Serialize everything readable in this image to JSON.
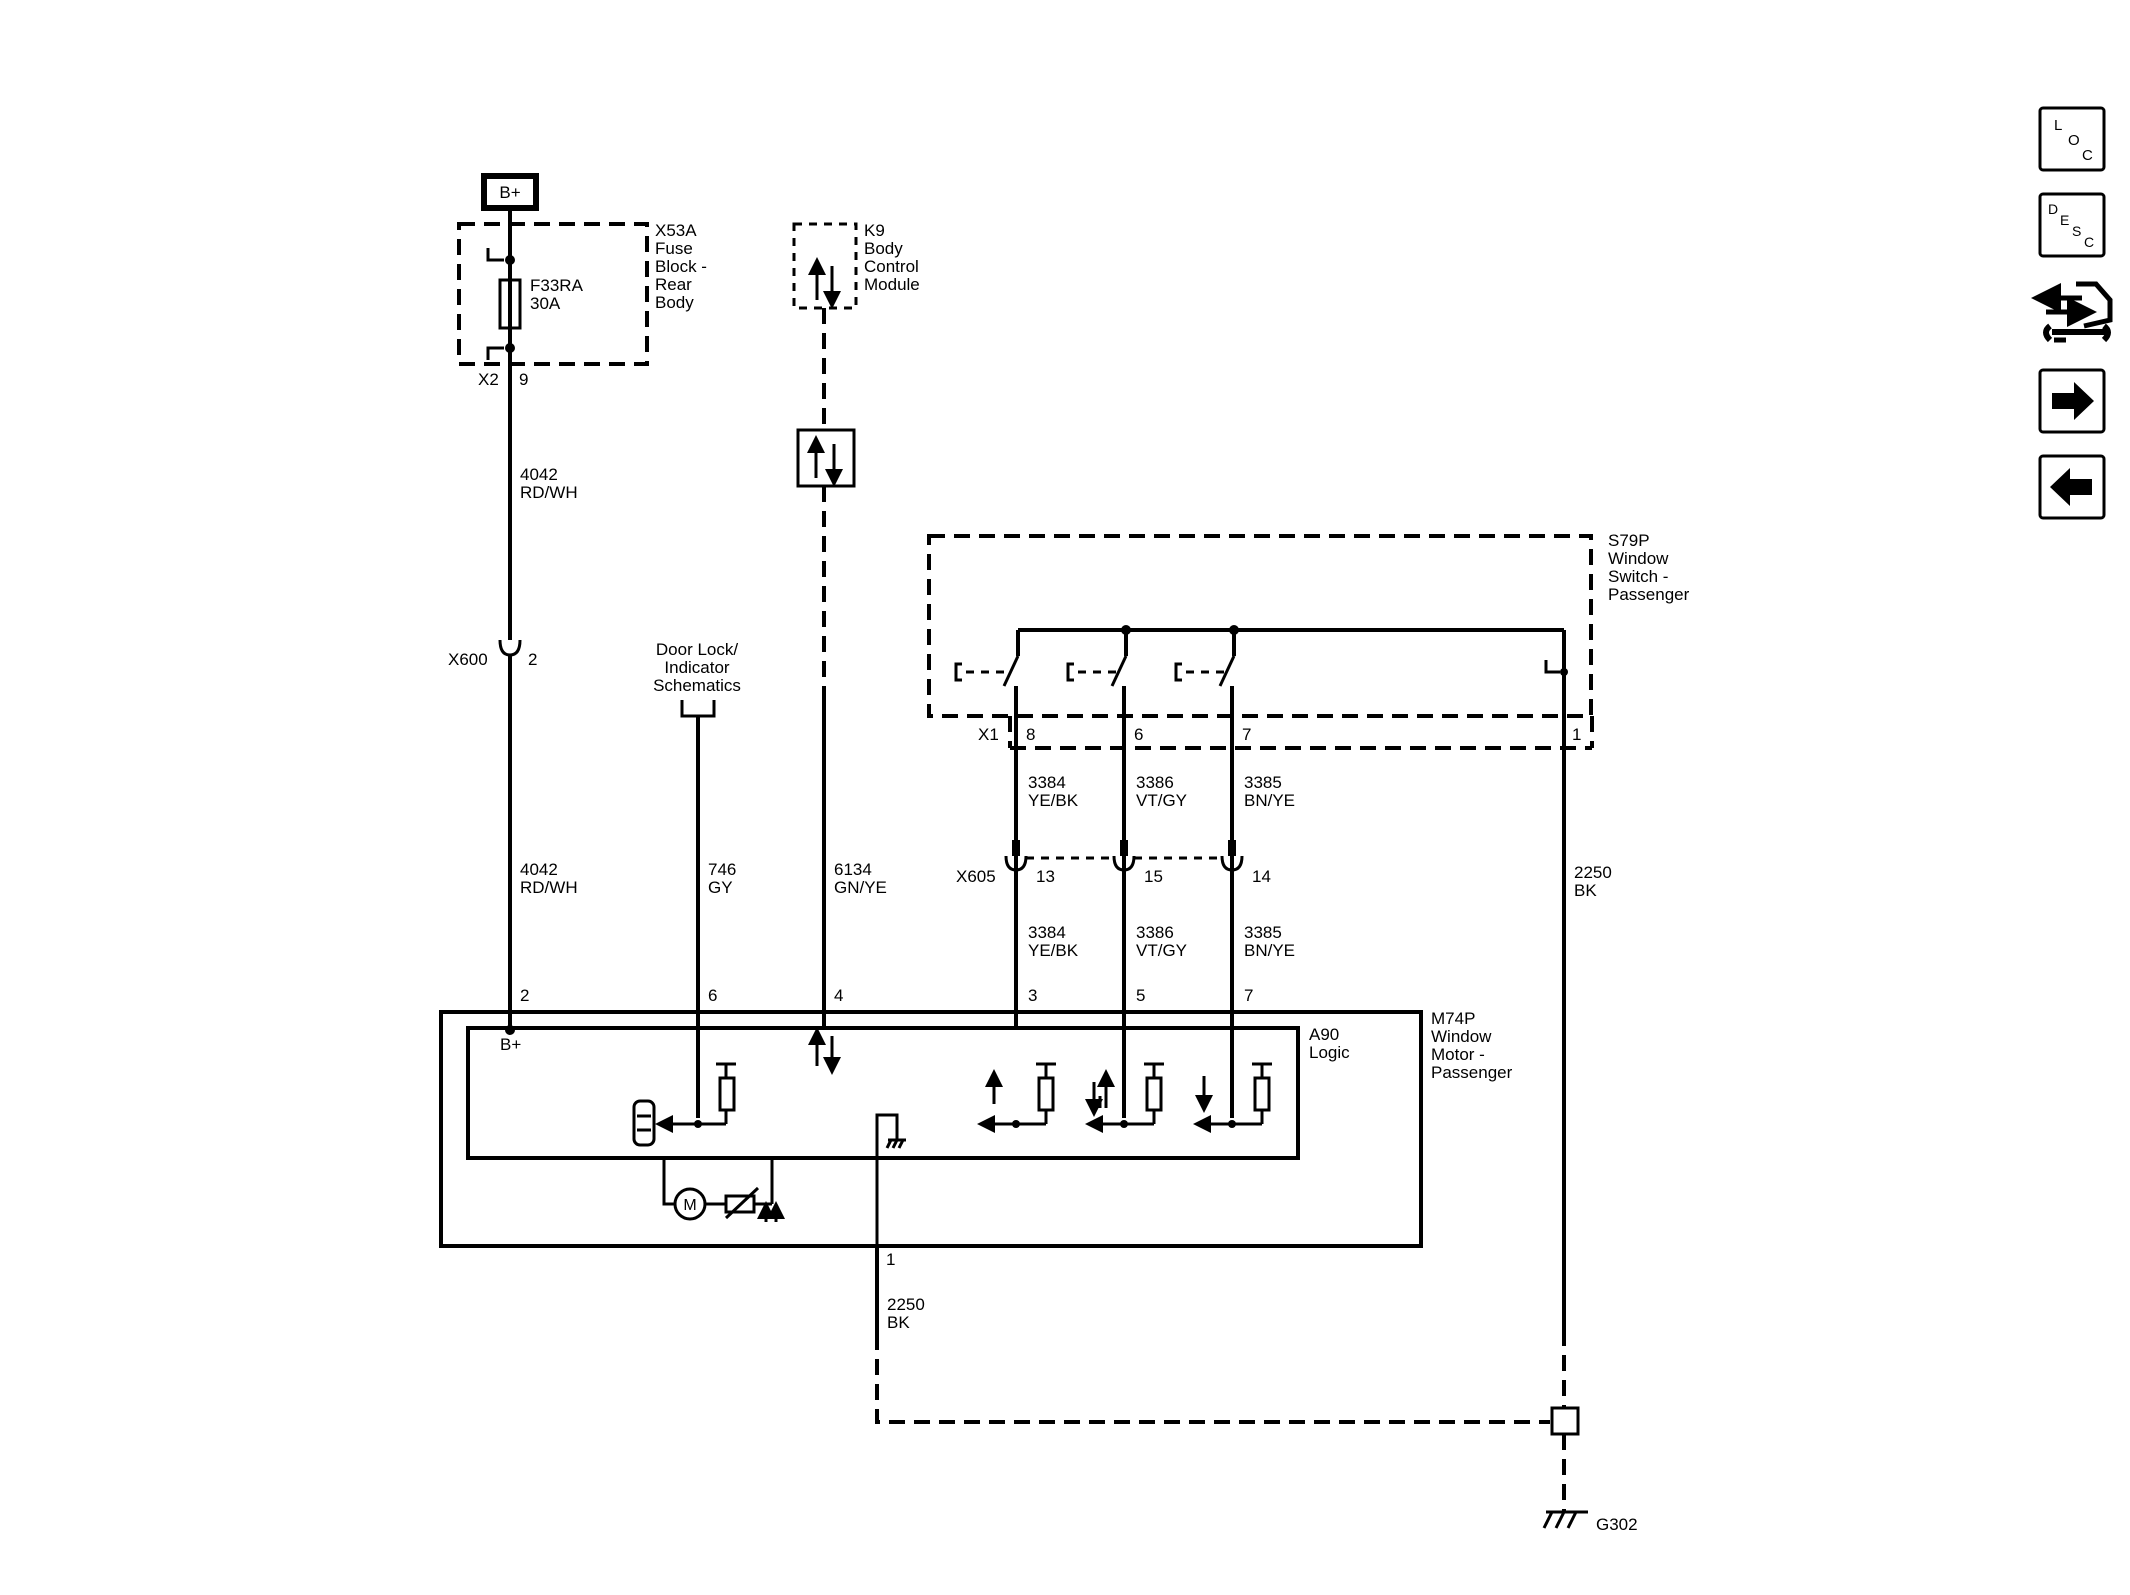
{
  "supply": {
    "label": "B+"
  },
  "fuse_block": {
    "lines": [
      "X53A",
      "Fuse",
      "Block -",
      "Rear",
      "Body"
    ],
    "fuse_name": "F33RA",
    "fuse_rating": "30A",
    "connector": "X2",
    "pin": "9"
  },
  "bcm": {
    "lines": [
      "K9",
      "Body",
      "Control",
      "Module"
    ]
  },
  "door_lock_ref": {
    "lines": [
      "Door Lock/",
      "Indicator",
      "Schematics"
    ]
  },
  "window_switch": {
    "lines": [
      "S79P",
      "Window",
      "Switch -",
      "Passenger"
    ],
    "connector": "X1",
    "pins": [
      "8",
      "6",
      "7",
      "1"
    ]
  },
  "wires": {
    "rd_wh_top": {
      "circuit": "4042",
      "color": "RD/WH"
    },
    "rd_wh_bottom": {
      "circuit": "4042",
      "color": "RD/WH"
    },
    "gy": {
      "circuit": "746",
      "color": "GY"
    },
    "gn_ye": {
      "circuit": "6134",
      "color": "GN/YE"
    },
    "ye_bk_top": {
      "circuit": "3384",
      "color": "YE/BK"
    },
    "vt_gy_top": {
      "circuit": "3386",
      "color": "VT/GY"
    },
    "bn_ye_top": {
      "circuit": "3385",
      "color": "BN/YE"
    },
    "ye_bk_bottom": {
      "circuit": "3384",
      "color": "YE/BK"
    },
    "vt_gy_bottom": {
      "circuit": "3386",
      "color": "VT/GY"
    },
    "bn_ye_bottom": {
      "circuit": "3385",
      "color": "BN/YE"
    },
    "bk_right": {
      "circuit": "2250",
      "color": "BK"
    },
    "bk_motor": {
      "circuit": "2250",
      "color": "BK"
    }
  },
  "x600": {
    "name": "X600",
    "pin": "2"
  },
  "x605": {
    "name": "X605",
    "pins": [
      "13",
      "15",
      "14"
    ]
  },
  "motor": {
    "lines": [
      "M74P",
      "Window",
      "Motor -",
      "Passenger"
    ],
    "pins": [
      "2",
      "6",
      "4",
      "3",
      "5",
      "7"
    ],
    "ground_pin": "1",
    "bplus": "B+",
    "motor_symbol": "M"
  },
  "logic": {
    "lines": [
      "A90",
      "Logic"
    ]
  },
  "ground": {
    "name": "G302"
  },
  "nav": {
    "loc": {
      "letters": [
        "L",
        "O",
        "C"
      ]
    },
    "desc": {
      "letters": [
        "D",
        "E",
        "S",
        "C"
      ]
    },
    "buttons": [
      "connector-tool-icon",
      "arrow-right-icon",
      "arrow-left-icon"
    ]
  }
}
